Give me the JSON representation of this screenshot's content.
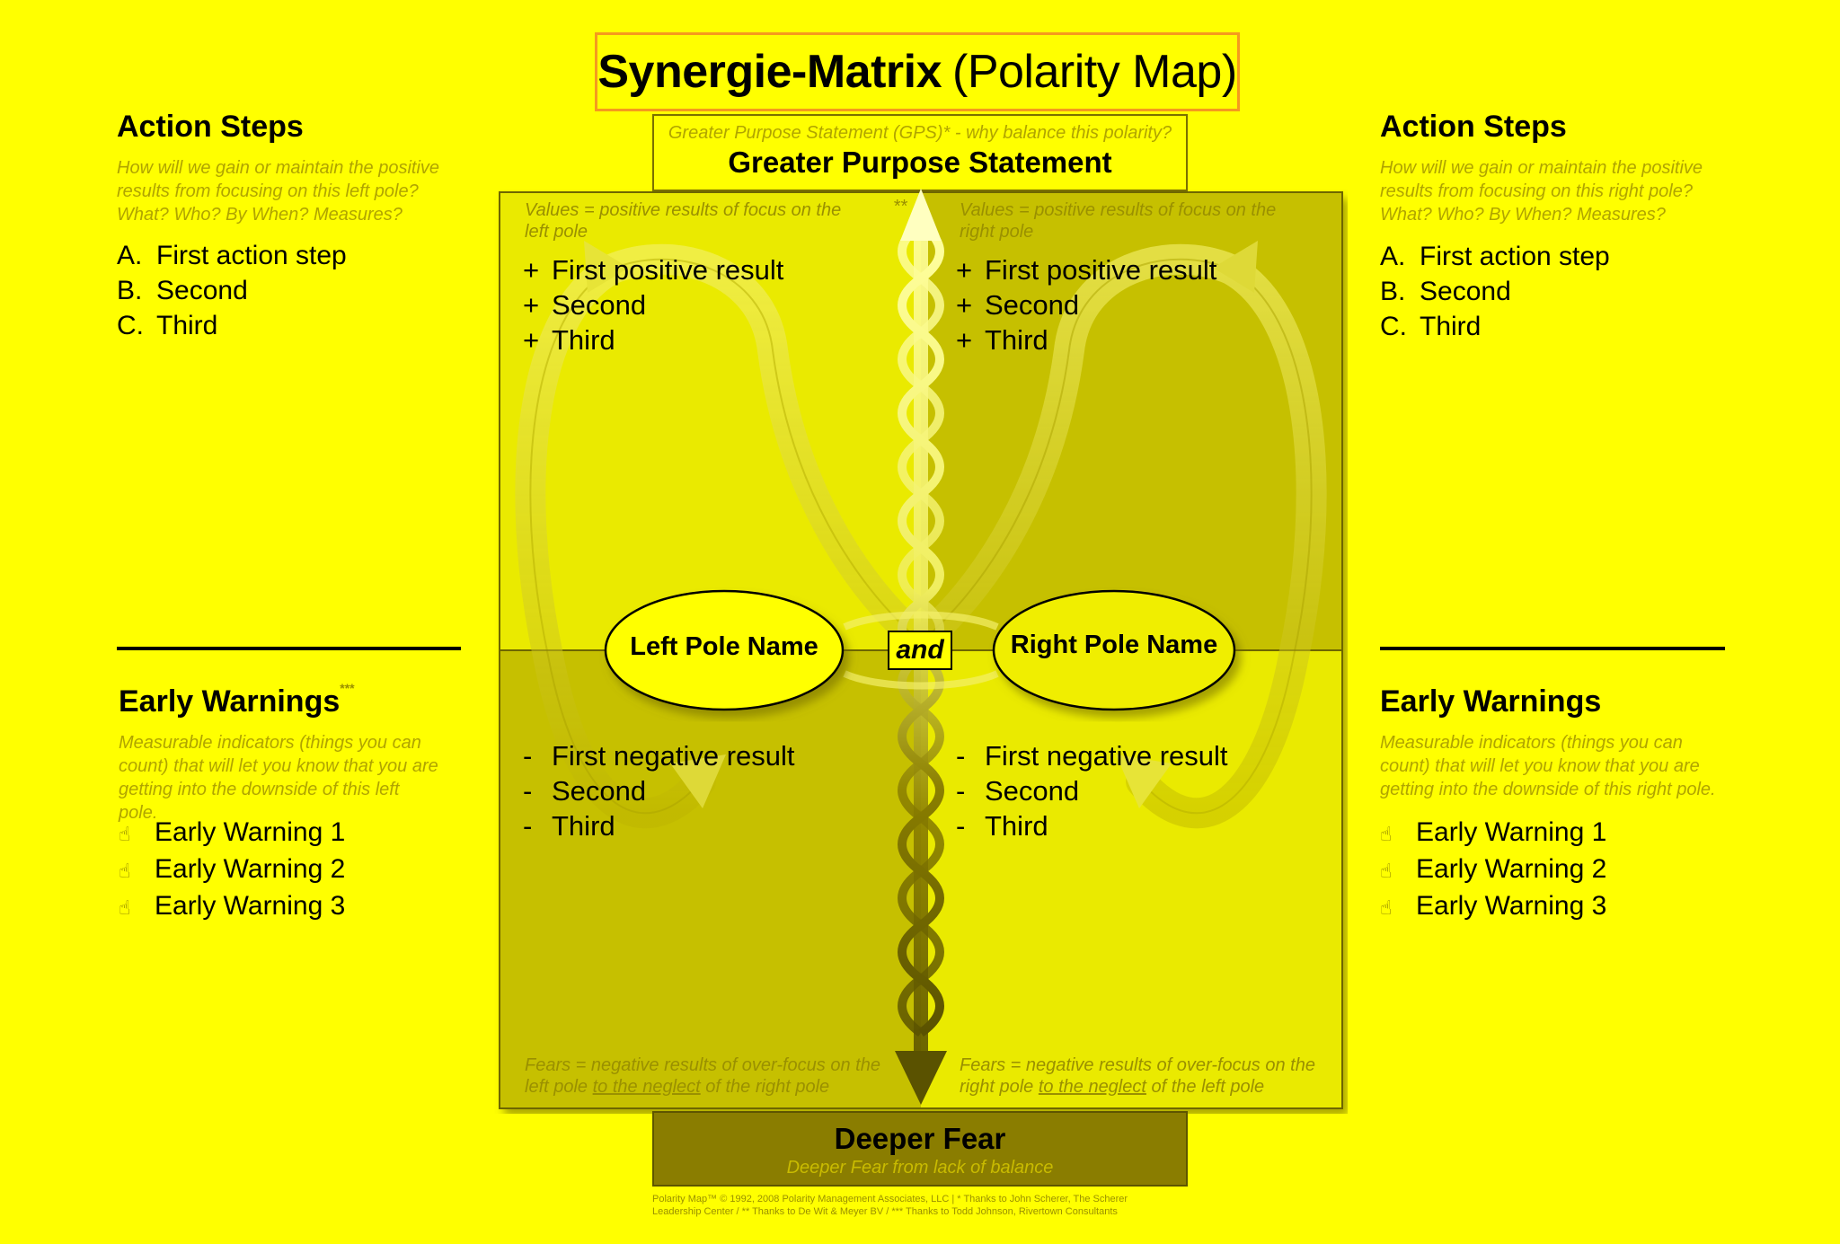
{
  "title": {
    "bold": "Synergie-Matrix",
    "rest": "(Polarity Map)"
  },
  "gps": {
    "subtitle": "Greater Purpose Statement (GPS)* - why balance this polarity?",
    "title": "Greater Purpose Statement"
  },
  "deeper_fear": {
    "title": "Deeper Fear",
    "subtitle": "Deeper Fear from lack of balance"
  },
  "footer": {
    "line1": "Polarity Map™ © 1992, 2008 Polarity Management Associates, LLC  |  * Thanks to John Scherer, The Scherer",
    "line2": "Leadership Center  /  ** Thanks to De Wit & Meyer BV  /  *** Thanks to Todd Johnson, Rivertown Consultants"
  },
  "left": {
    "action_title": "Action Steps",
    "action_desc": "How will we gain or maintain the positive results from focusing on this left pole? What? Who? By When? Measures?",
    "action_steps": [
      {
        "letter": "A.",
        "text": "First action step"
      },
      {
        "letter": "B.",
        "text": "Second"
      },
      {
        "letter": "C.",
        "text": "Third"
      }
    ],
    "warn_title": "Early Warnings",
    "warn_stars": "***",
    "warn_desc": "Measurable indicators (things you can count) that will let you know that you are getting into the downside of this left pole.",
    "warnings": [
      "Early Warning 1",
      "Early Warning 2",
      "Early Warning 3"
    ]
  },
  "right": {
    "action_title": "Action Steps",
    "action_desc": "How will we gain or maintain the positive results from focusing on this right pole? What? Who? By When? Measures?",
    "action_steps": [
      {
        "letter": "A.",
        "text": "First action step"
      },
      {
        "letter": "B.",
        "text": "Second"
      },
      {
        "letter": "C.",
        "text": "Third"
      }
    ],
    "warn_title": "Early Warnings",
    "warn_desc": "Measurable indicators (things you can count) that will let you know that you are getting into the downside of this right pole.",
    "warnings": [
      "Early Warning 1",
      "Early Warning 2",
      "Early Warning 3"
    ]
  },
  "quadrants": {
    "upper_left": {
      "desc": "Values = positive results of focus on the left pole",
      "stars": "**",
      "items": [
        {
          "sign": "+",
          "text": "First positive result"
        },
        {
          "sign": "+",
          "text": "Second"
        },
        {
          "sign": "+",
          "text": "Third"
        }
      ]
    },
    "upper_right": {
      "desc": "Values = positive results of focus on the right pole",
      "items": [
        {
          "sign": "+",
          "text": "First positive result"
        },
        {
          "sign": "+",
          "text": "Second"
        },
        {
          "sign": "+",
          "text": "Third"
        }
      ]
    },
    "lower_left": {
      "desc_a": "Fears = negative results of over-focus on the left pole ",
      "desc_u": "to the neglect",
      "desc_b": " of the right pole",
      "items": [
        {
          "sign": "-",
          "text": "First negative result"
        },
        {
          "sign": "-",
          "text": "Second"
        },
        {
          "sign": "-",
          "text": "Third"
        }
      ]
    },
    "lower_right": {
      "desc_a": "Fears = negative results of over-focus on the right pole ",
      "desc_u": "to the neglect",
      "desc_b": " of the left pole",
      "items": [
        {
          "sign": "-",
          "text": "First negative result"
        },
        {
          "sign": "-",
          "text": "Second"
        },
        {
          "sign": "-",
          "text": "Third"
        }
      ]
    }
  },
  "poles": {
    "left": "Left Pole Name",
    "and": "and",
    "right": "Right Pole Name"
  },
  "icons": {
    "warning_bullet": "pointing-hand-icon"
  },
  "colors": {
    "background": "#ffff00",
    "title_border": "#f59a1e",
    "quad_light": "#eaea00",
    "quad_dark": "#c6c000",
    "deeper_fear_fill": "#8a7d00"
  }
}
